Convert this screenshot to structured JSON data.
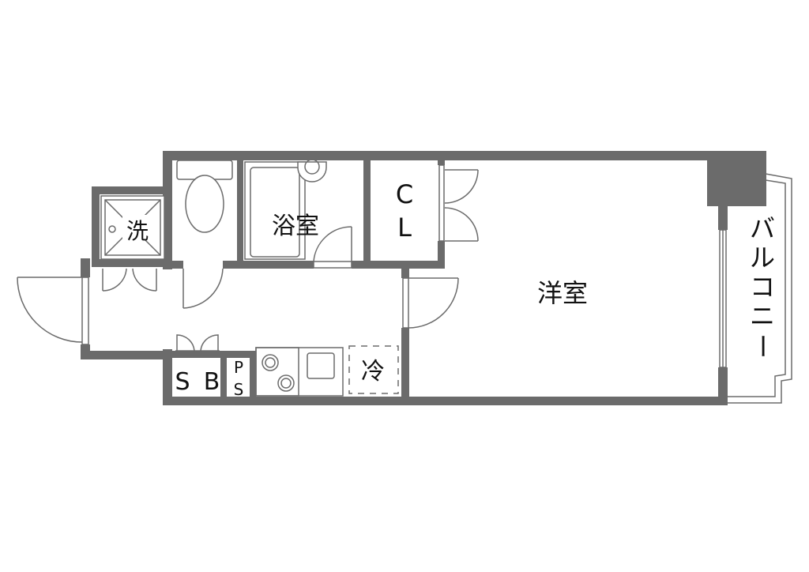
{
  "rooms": {
    "western_room": "洋室",
    "bathroom": "浴室",
    "closet": {
      "line1": "C",
      "line2": "L"
    },
    "balcony": [
      "バ",
      "ル",
      "コ",
      "ニ",
      "ー"
    ],
    "washer": "洗",
    "shoe_box": {
      "s": "S",
      "b": "B"
    },
    "pipe_space": {
      "p": "P",
      "s": "S"
    },
    "fridge": "冷"
  },
  "colors": {
    "wall": "#6b6b6b",
    "line": "#6b6b6b",
    "text": "#111111",
    "background": "#ffffff"
  }
}
